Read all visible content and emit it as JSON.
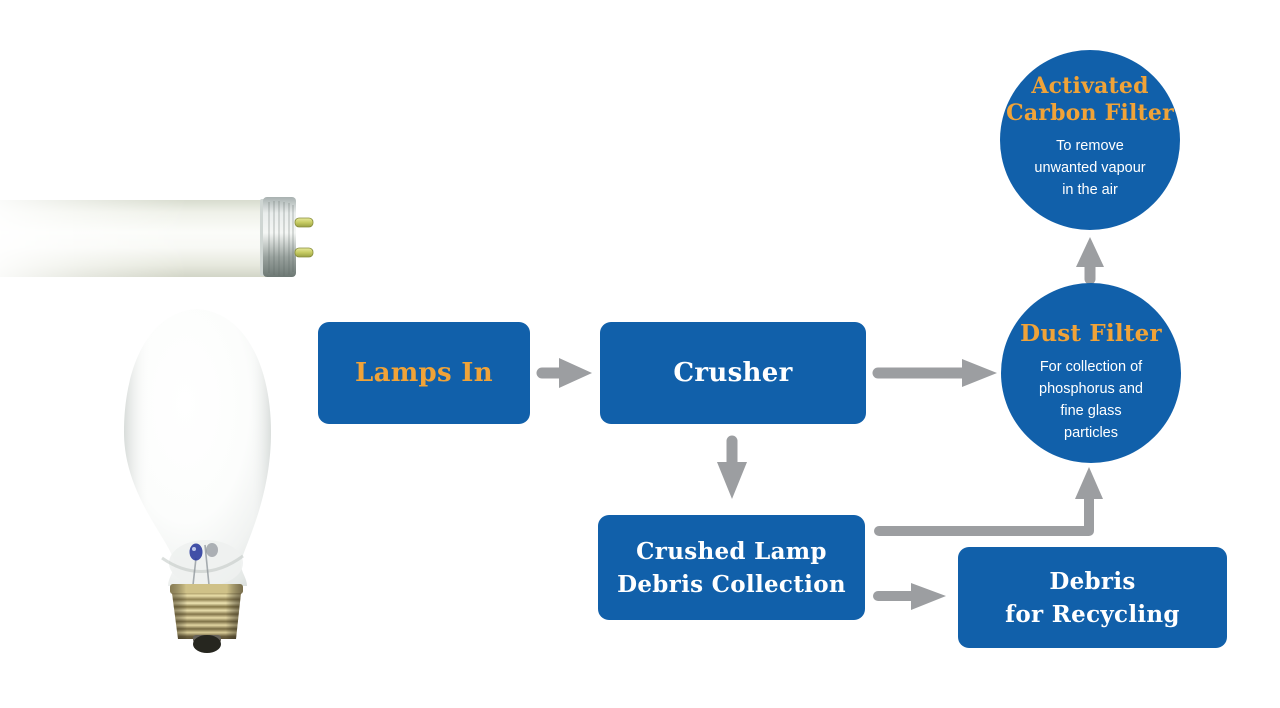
{
  "diagram": {
    "type": "process-flow",
    "colors": {
      "node_blue": "#1160AA",
      "accent_orange": "#F0A338",
      "arrow_gray": "#9C9EA1",
      "text_white": "#FFFFFF",
      "background": "#FFFFFF"
    },
    "nodes": {
      "lamps_in": {
        "label": "Lamps In"
      },
      "crusher": {
        "label": "Crusher"
      },
      "crushed_collection": {
        "lines": [
          "Crushed Lamp",
          "Debris Collection"
        ]
      },
      "debris_recycling": {
        "lines": [
          "Debris",
          "for Recycling"
        ]
      },
      "dust_filter": {
        "title": "Dust Filter",
        "description_lines": [
          "For collection of",
          "phosphorus and",
          "fine glass",
          "particles"
        ]
      },
      "activated_carbon_filter": {
        "title_lines": [
          "Activated",
          "Carbon Filter"
        ],
        "description_lines": [
          "To remove",
          "unwanted vapour",
          "in the air"
        ]
      }
    },
    "connections": [
      {
        "from": "lamps_in",
        "to": "crusher"
      },
      {
        "from": "crusher",
        "to": "dust_filter"
      },
      {
        "from": "crusher",
        "to": "crushed_collection"
      },
      {
        "from": "crushed_collection",
        "to": "dust_filter"
      },
      {
        "from": "crushed_collection",
        "to": "debris_recycling"
      },
      {
        "from": "dust_filter",
        "to": "activated_carbon_filter"
      }
    ],
    "illustrations": [
      {
        "name": "fluorescent-tube-lamp"
      },
      {
        "name": "elliptical-hid-bulb"
      }
    ]
  }
}
